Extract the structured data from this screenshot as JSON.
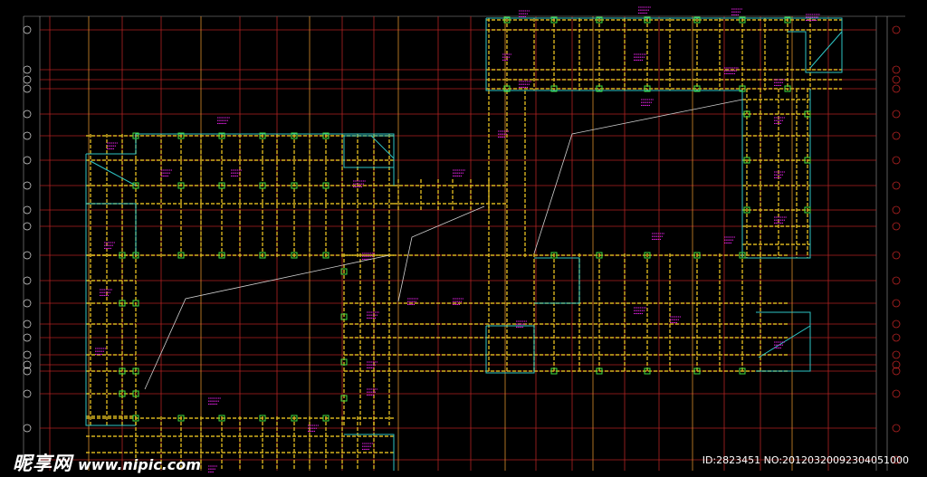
{
  "colors": {
    "background": "#000000",
    "grid_red": "#b22222",
    "grid_orange": "#d98c2b",
    "beam_yellow": "#d6b21e",
    "wall_cyan": "#2ec4c4",
    "label_magenta": "#e020e0",
    "column_green": "#40e040",
    "leader_white": "#d0d0d0"
  },
  "icons": {
    "axis_marker": "axis-bubble-icon",
    "column": "column-square-icon"
  },
  "watermark": {
    "logo_text": "昵享网",
    "url": "www.nipic.com",
    "id_line": "ID:2823451 NO:20120320092304051000"
  }
}
